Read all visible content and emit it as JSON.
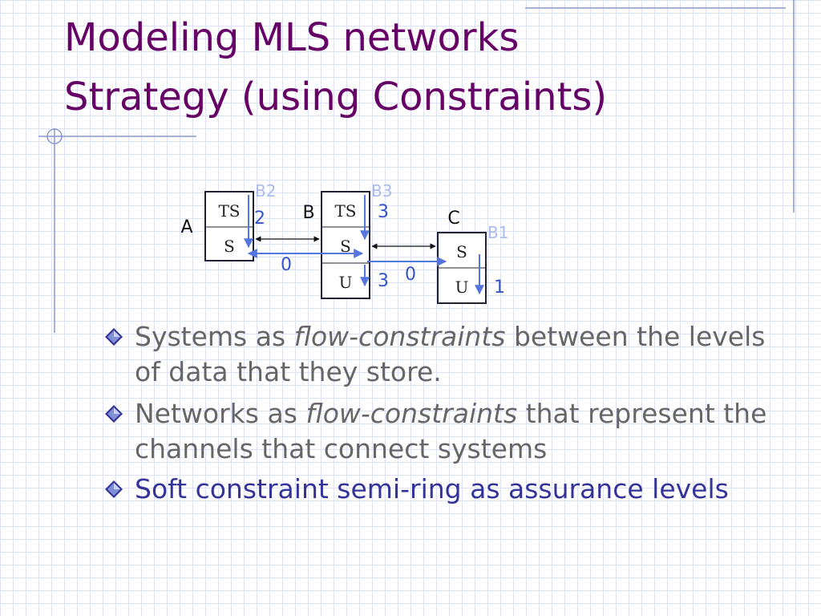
{
  "title": {
    "line1": "Modeling MLS networks",
    "line2": "Strategy (using Constraints)"
  },
  "diagram": {
    "nodes": {
      "A": {
        "label": "A",
        "levels": [
          "TS",
          "S"
        ]
      },
      "B": {
        "label": "B",
        "levels": [
          "TS",
          "S",
          "U"
        ]
      },
      "C": {
        "label": "C",
        "levels": [
          "S",
          "U"
        ]
      }
    },
    "bound_labels": {
      "b1": "B1",
      "b2": "B2",
      "b3": "B3"
    },
    "values": {
      "a_ts": "2",
      "ab_link": "0",
      "b_ts": "3",
      "b_u": "3",
      "bc_link": "0",
      "c_u": "1"
    }
  },
  "bullets": {
    "b1": {
      "pre": "Systems as ",
      "em": "flow-constraints",
      "post": " between the levels of data that they store."
    },
    "b2": {
      "pre": "Networks as ",
      "em": "flow-constraints",
      "post": " that represent the channels that connect systems"
    },
    "b3": {
      "text": "Soft constraint semi-ring as assurance levels"
    }
  },
  "colors": {
    "title": "#660066",
    "bullet_text": "#666666",
    "bullet_highlight": "#333399",
    "arrow": "#5577dd",
    "bullet_mark": "#333399"
  }
}
